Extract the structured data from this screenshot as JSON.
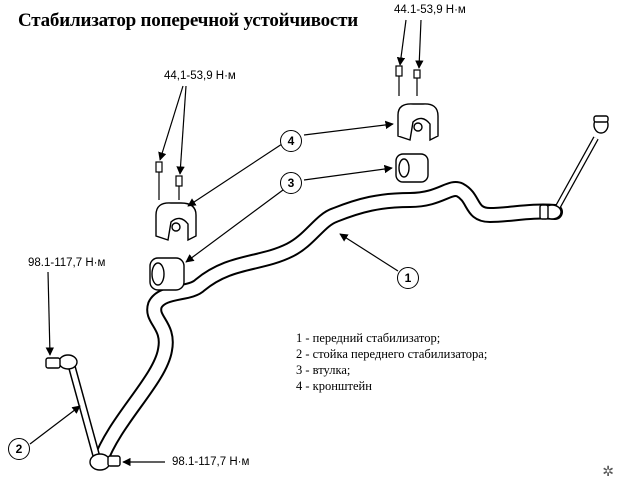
{
  "title": "Стабилизатор поперечной устойчивости",
  "torque_labels": {
    "top_right": "44.1-53,9 Н·м",
    "top_left": "44,1-53,9 Н·м",
    "left_link_top": "98.1-117,7 Н·м",
    "left_link_bottom": "98.1-117,7 Н·м"
  },
  "callouts": {
    "bar": "1",
    "link": "2",
    "bushing": "3",
    "bracket": "4"
  },
  "legend": [
    "1 - передний стабилизатор;",
    "2 - стойка переднего стабилизатора;",
    "3 - втулка;",
    "4 - кронштейн"
  ],
  "icons": [
    "bolt-icon",
    "nut-icon",
    "logo-icon"
  ]
}
